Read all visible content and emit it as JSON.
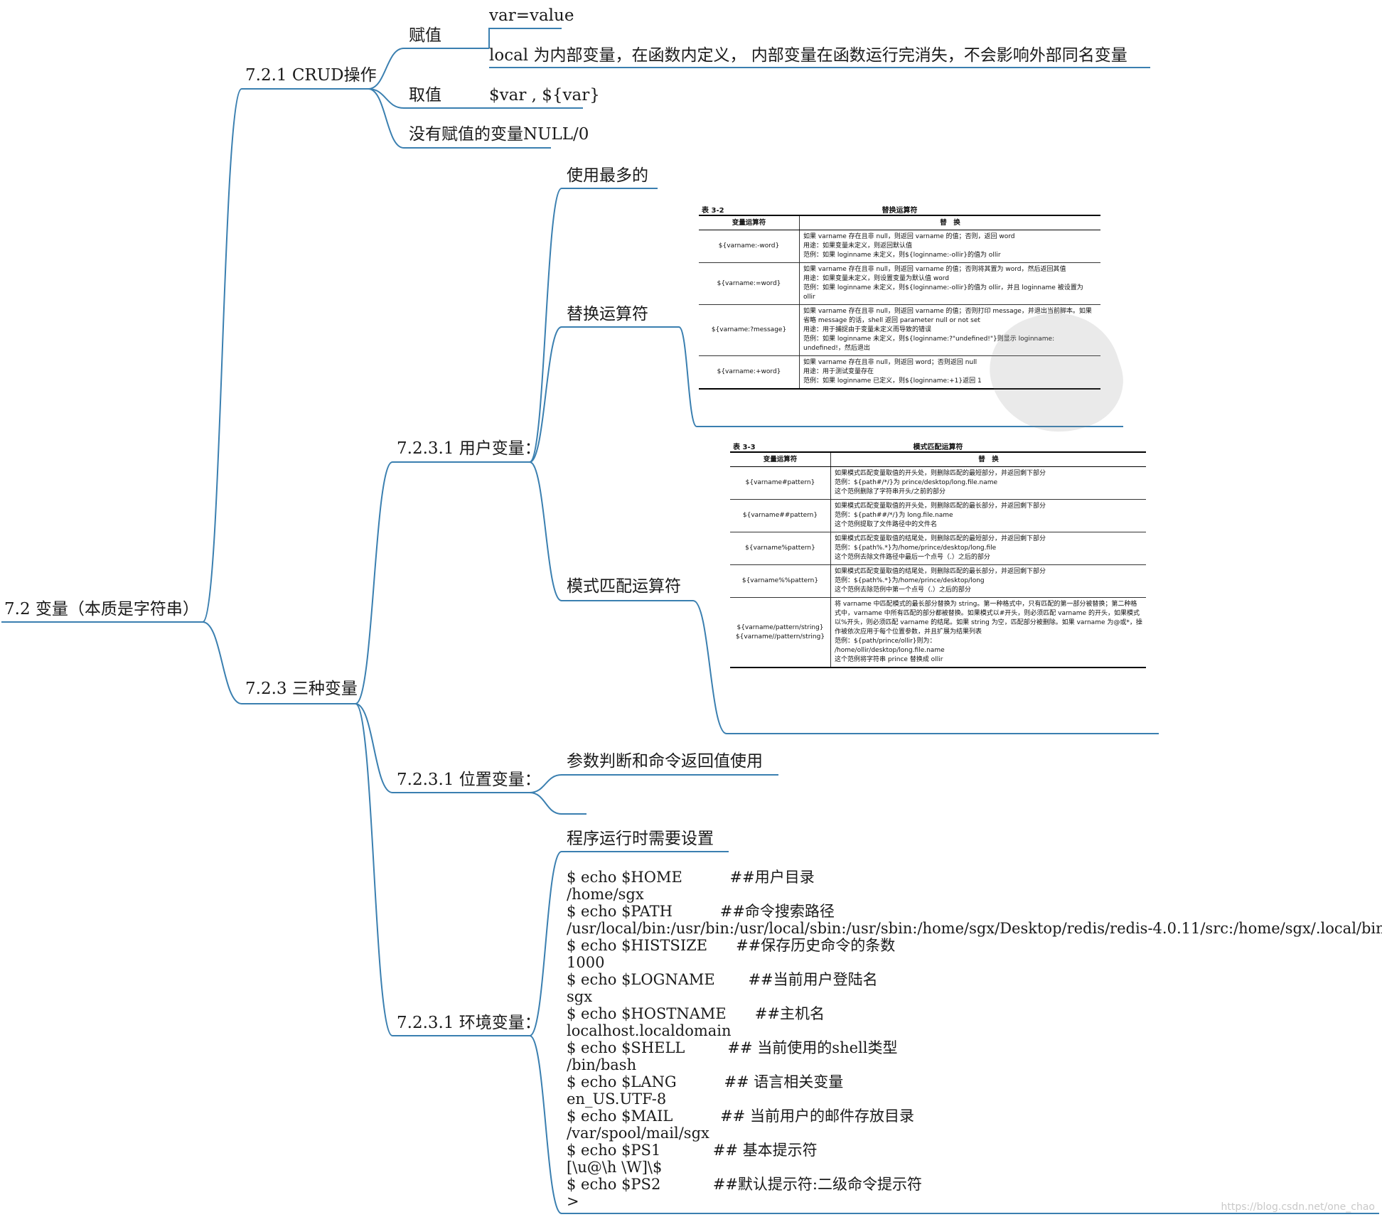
{
  "root": "7.2 变量（本质是字符串）",
  "crud": {
    "label": "7.2.1 CRUD操作",
    "assign": {
      "label": "赋值",
      "items": [
        "var=value",
        "local 为内部变量，在函数内定义， 内部变量在函数运行完消失，不会影响外部同名变量"
      ]
    },
    "get": {
      "label": "取值",
      "value": "$var , ${var}"
    },
    "null": "没有赋值的变量NULL/0"
  },
  "three": {
    "label": "7.2.3 三种变量",
    "user": {
      "label": "7.2.3.1 用户变量：",
      "most": "使用最多的",
      "replace": "替换运算符",
      "pattern": "模式匹配运算符"
    },
    "position": {
      "label": "7.2.3.1 位置变量：",
      "item": "参数判断和命令返回值使用"
    },
    "env": {
      "label": "7.2.3.1 环境变量：",
      "setting": "程序运行时需要设置",
      "lines": [
        "$ echo $HOME          ##用户目录",
        "/home/sgx",
        "$ echo $PATH          ##命令搜索路径",
        "/usr/local/bin:/usr/bin:/usr/local/sbin:/usr/sbin:/home/sgx/Desktop/redis/redis-4.0.11/src:/home/sgx/.local/bin",
        "$ echo $HISTSIZE      ##保存历史命令的条数",
        "1000",
        "$ echo $LOGNAME       ##当前用户登陆名",
        "sgx",
        "$ echo $HOSTNAME      ##主机名",
        "localhost.localdomain",
        "$ echo $SHELL         ## 当前使用的shell类型",
        "/bin/bash",
        "$ echo $LANG          ## 语言相关变量",
        "en_US.UTF-8",
        "$ echo $MAIL          ## 当前用户的邮件存放目录",
        "/var/spool/mail/sgx",
        "$ echo $PS1           ## 基本提示符",
        "[\\u@\\h \\W]\\$",
        "$ echo $PS2           ##默认提示符:二级命令提示符",
        ">"
      ]
    }
  },
  "table32": {
    "number": "表 3-2",
    "title": "替换运算符",
    "headers": [
      "变量运算符",
      "替　换"
    ],
    "rows": [
      {
        "op": [
          "${varname:-word}"
        ],
        "desc": [
          "如果 varname 存在且非 null，则返回 varname 的值；否则，返回 word",
          "用途：如果变量未定义，则返回默认值",
          "范例：如果 loginname 未定义，则${loginname:-ollir}的值为 ollir"
        ]
      },
      {
        "op": [
          "${varname:=word}"
        ],
        "desc": [
          "如果 varname 存在且非 null，则返回 varname 的值；否则将其置为 word，然后返回其值",
          "用途：如果变量未定义，则设置变量为默认值 word",
          "范例：如果 loginname 未定义，则${loginname:-ollir}的值为 ollir，并且 loginname 被设置为 ollir"
        ]
      },
      {
        "op": [
          "${varname:?message}"
        ],
        "desc": [
          "如果 varname 存在且非 null，则返回 varname 的值；否则打印 message，并退出当前脚本。如果省略 message 的话，shell 返回 parameter null or not set",
          "用途：用于捕捉由于变量未定义而导致的错误",
          "范例：如果 loginname 未定义，则${loginname:?\"undefined!\"}则显示 loginname: undefined!，然后退出"
        ]
      },
      {
        "op": [
          "${varname:+word}"
        ],
        "desc": [
          "如果 varname 存在且非 null，则返回 word；否则返回 null",
          "用途：用于测试变量存在",
          "范例：如果 loginname 已定义，则${loginname:+1}返回 1"
        ]
      }
    ]
  },
  "table33": {
    "number": "表 3-3",
    "title": "模式匹配运算符",
    "headers": [
      "变量运算符",
      "替　换"
    ],
    "rows": [
      {
        "op": [
          "${varname#pattern}"
        ],
        "desc": [
          "如果模式匹配变量取值的开头处，则删除匹配的最短部分，并返回剩下部分",
          "范例：${path#/*/}为 prince/desktop/long.file.name",
          "这个范例删除了字符串开头/之前的部分"
        ]
      },
      {
        "op": [
          "${varname##pattern}"
        ],
        "desc": [
          "如果模式匹配变量取值的开头处，则删除匹配的最长部分，并返回剩下部分",
          "范例：${path##/*/}为 long.file.name",
          "这个范例提取了文件路径中的文件名"
        ]
      },
      {
        "op": [
          "${varname%pattern}"
        ],
        "desc": [
          "如果模式匹配变量取值的结尾处，则删除匹配的最短部分，并返回剩下部分",
          "范例：${path%.*}为/home/prince/desktop/long.file",
          "这个范例去除文件路径中最后一个点号（.）之后的部分"
        ]
      },
      {
        "op": [
          "${varname%%pattern}"
        ],
        "desc": [
          "如果模式匹配变量取值的结尾处，则删除匹配的最长部分，并返回剩下部分",
          "范例：${path%.*}为/home/prince/desktop/long",
          "这个范例去除范例中第一个点号（.）之后的部分"
        ]
      },
      {
        "op": [
          "${varname/pattern/string}",
          "${varname//pattern/string}"
        ],
        "desc": [
          "将 varname 中匹配模式的最长部分替换为 string。第一种格式中，只有匹配的第一部分被替换；第二种格式中，varname 中所有匹配的部分都被替换。如果模式以#开头，则必须匹配 varname 的开头，如果模式以%开头，则必须匹配 varname 的结尾。如果 string 为空，匹配部分被删除。如果 varname 为@或*，操作被依次应用于每个位置参数，并且扩展为结果列表",
          "范例：${path/prince/ollir}则为：",
          "/home/ollir/desktop/long.file.name",
          "这个范例将字符串 prince 替换成 ollir"
        ]
      }
    ]
  },
  "watermark": "https://blog.csdn.net/one_chao",
  "colors": {
    "line": "#3a7fb0",
    "text": "#1a1a1a"
  }
}
